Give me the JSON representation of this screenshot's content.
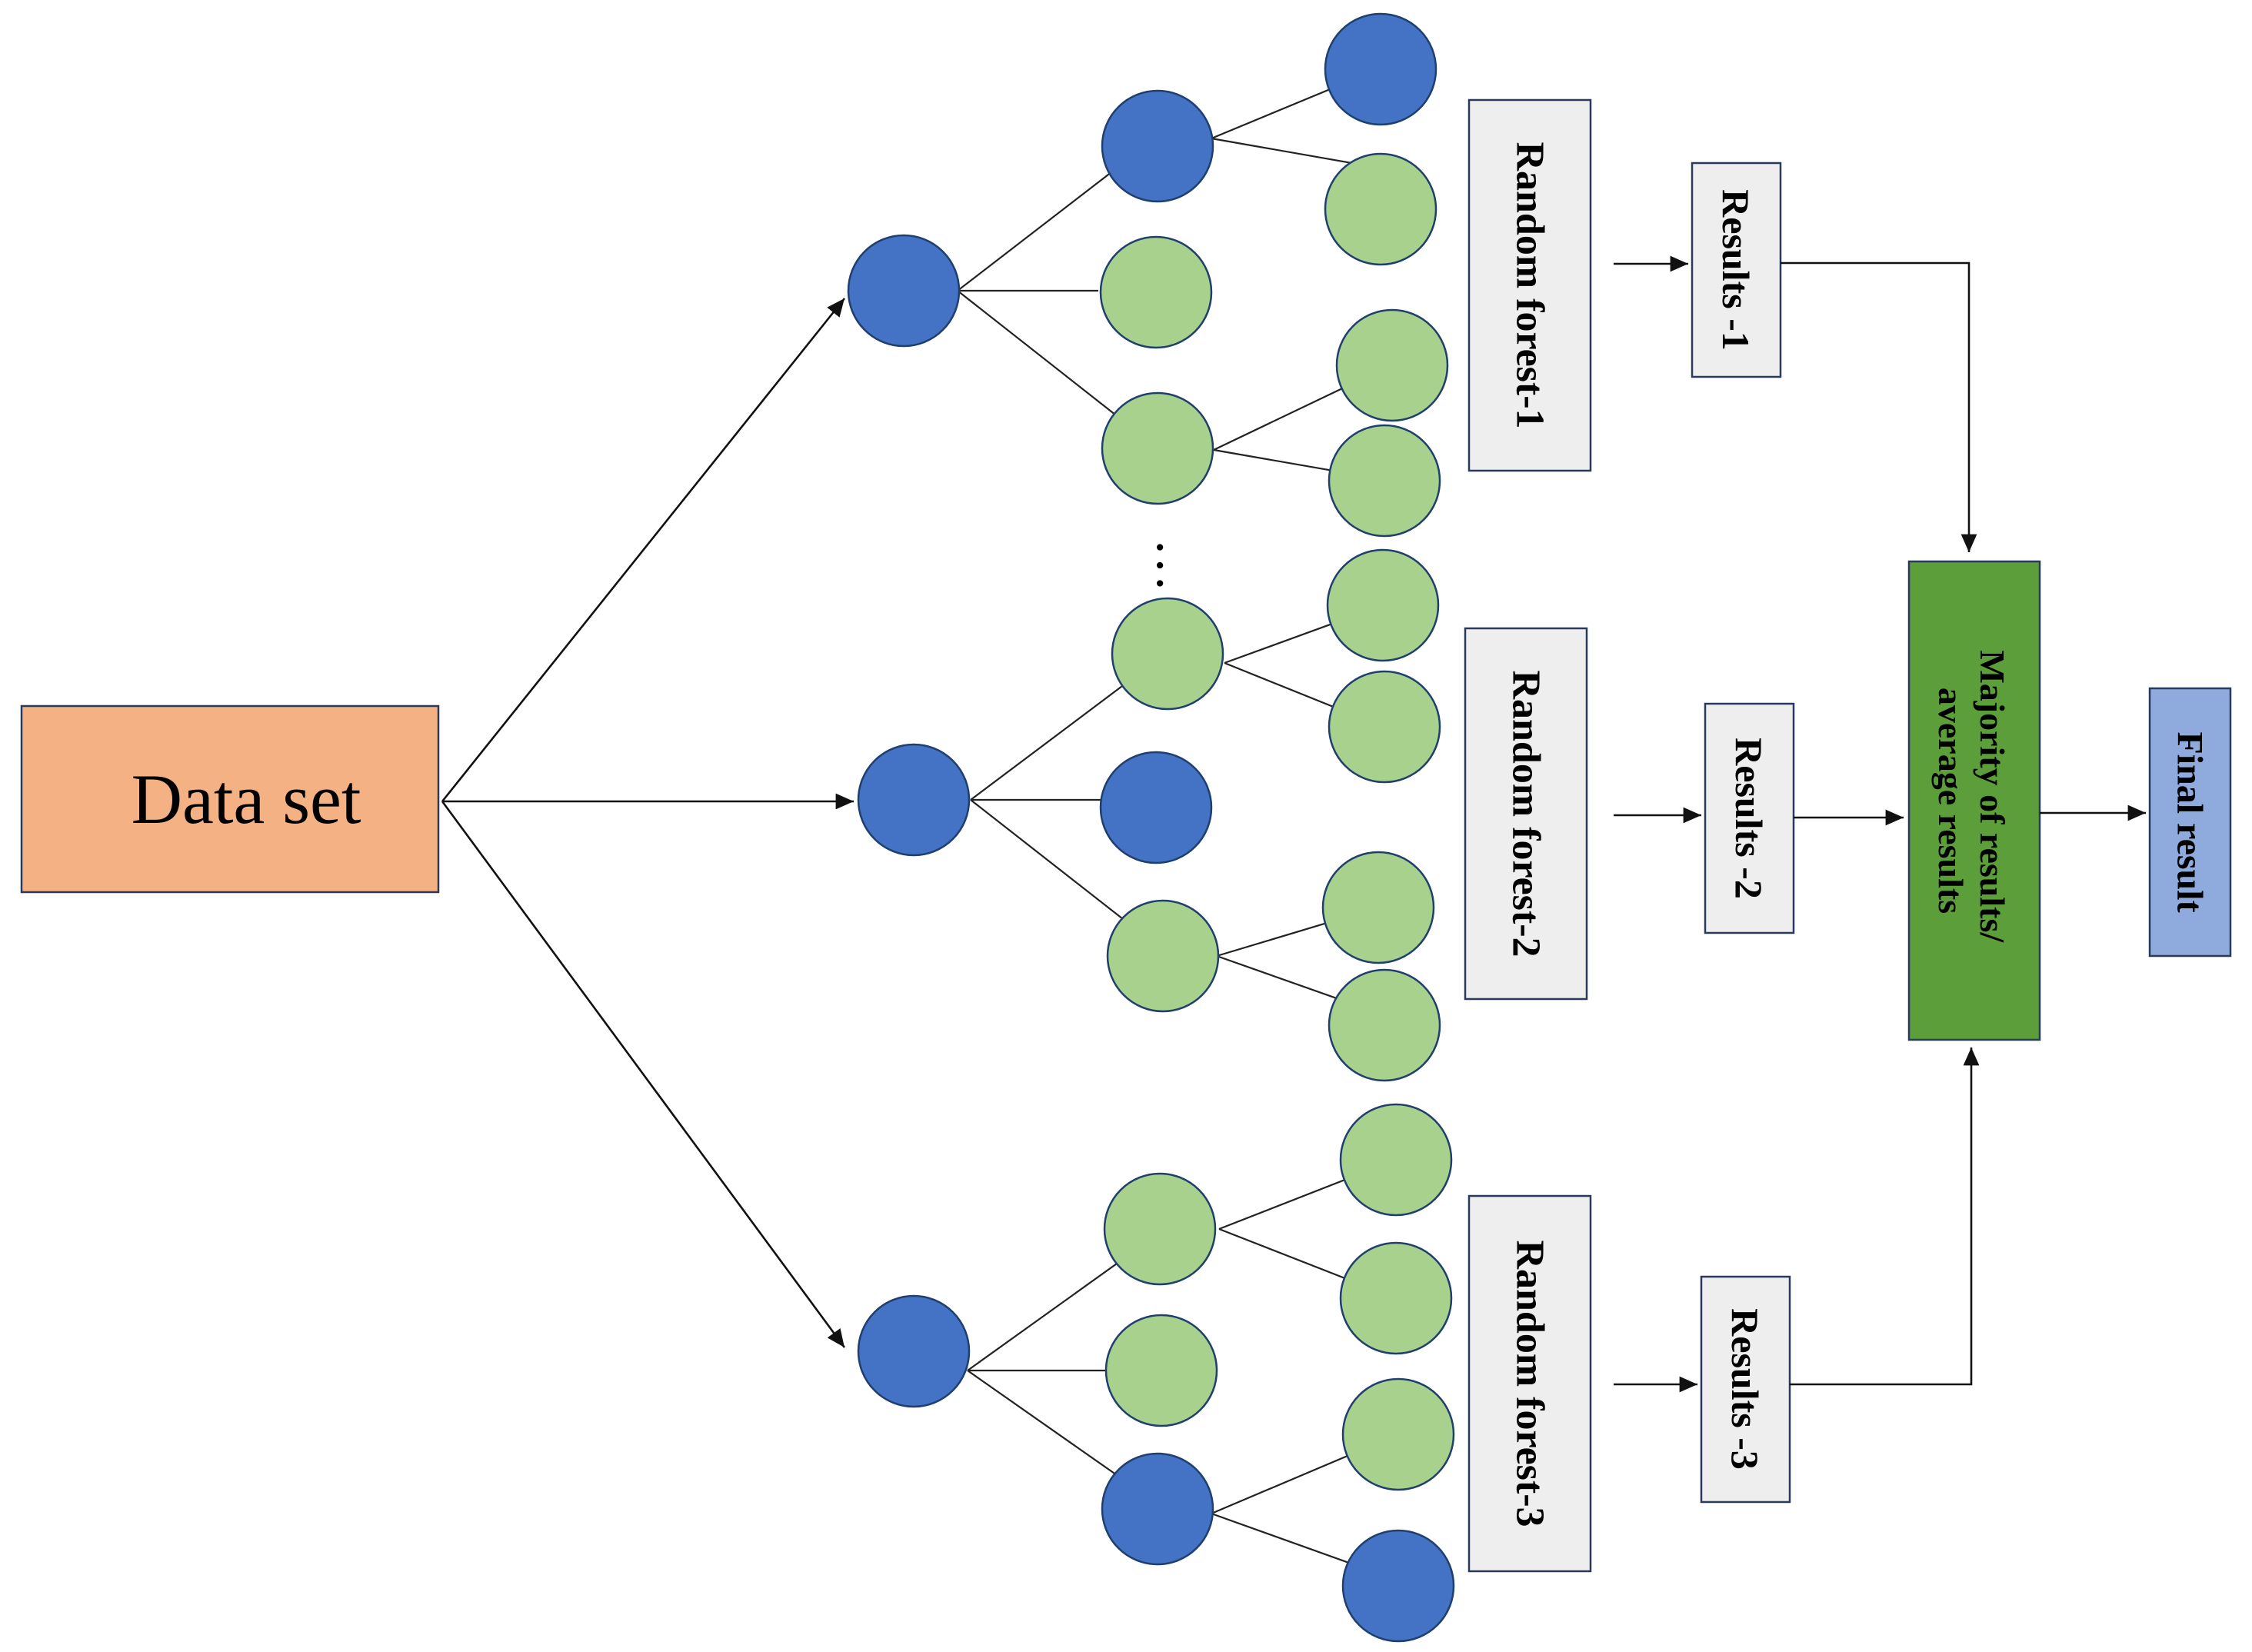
{
  "colors": {
    "internal_node": "#4472c4",
    "leaf_node": "#a9d18e",
    "dataset_box": "#f4b183",
    "forest_box": "#eeeeee",
    "majority_box": "#5b9e3a",
    "final_box": "#8faadc"
  },
  "dataset_label": "Data set",
  "forests": [
    {
      "label": "Random  forest-1",
      "result": "Results -1"
    },
    {
      "label": "Random forest-2",
      "result": "Results -2"
    },
    {
      "label": "Random forest-3",
      "result": "Results -3"
    }
  ],
  "ellipsis": "…",
  "majority_lines": [
    "Majority of results/",
    "average results"
  ],
  "final_label": "Final result"
}
